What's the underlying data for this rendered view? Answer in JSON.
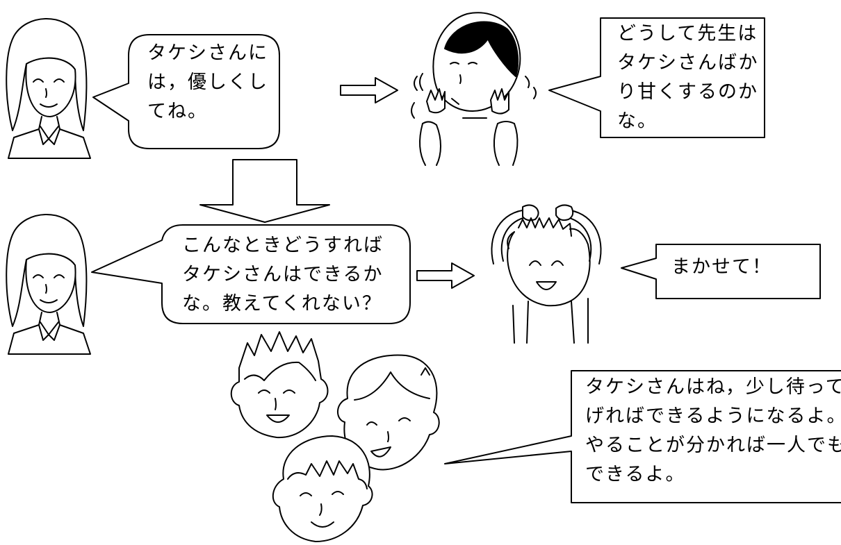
{
  "bubbles": {
    "teacher_request": [
      "タケシさんに",
      "は，優しくし",
      "てね。"
    ],
    "takeshi_complaint": [
      "どうして先生は",
      "タケシさんばか",
      "り甘くするのか",
      "な。"
    ],
    "teacher_question": [
      "こんなときどうすれば",
      "タケシさんはできるか",
      "な。教えてくれない？"
    ],
    "boy_reply": [
      "まかせて！"
    ],
    "children_answer": [
      "タケシさんはね，少し待ってあ",
      "げればできるようになるよ。",
      "やることが分かれば一人でも",
      "できるよ。"
    ]
  },
  "colors": {
    "line": "#000000",
    "background": "#ffffff"
  }
}
